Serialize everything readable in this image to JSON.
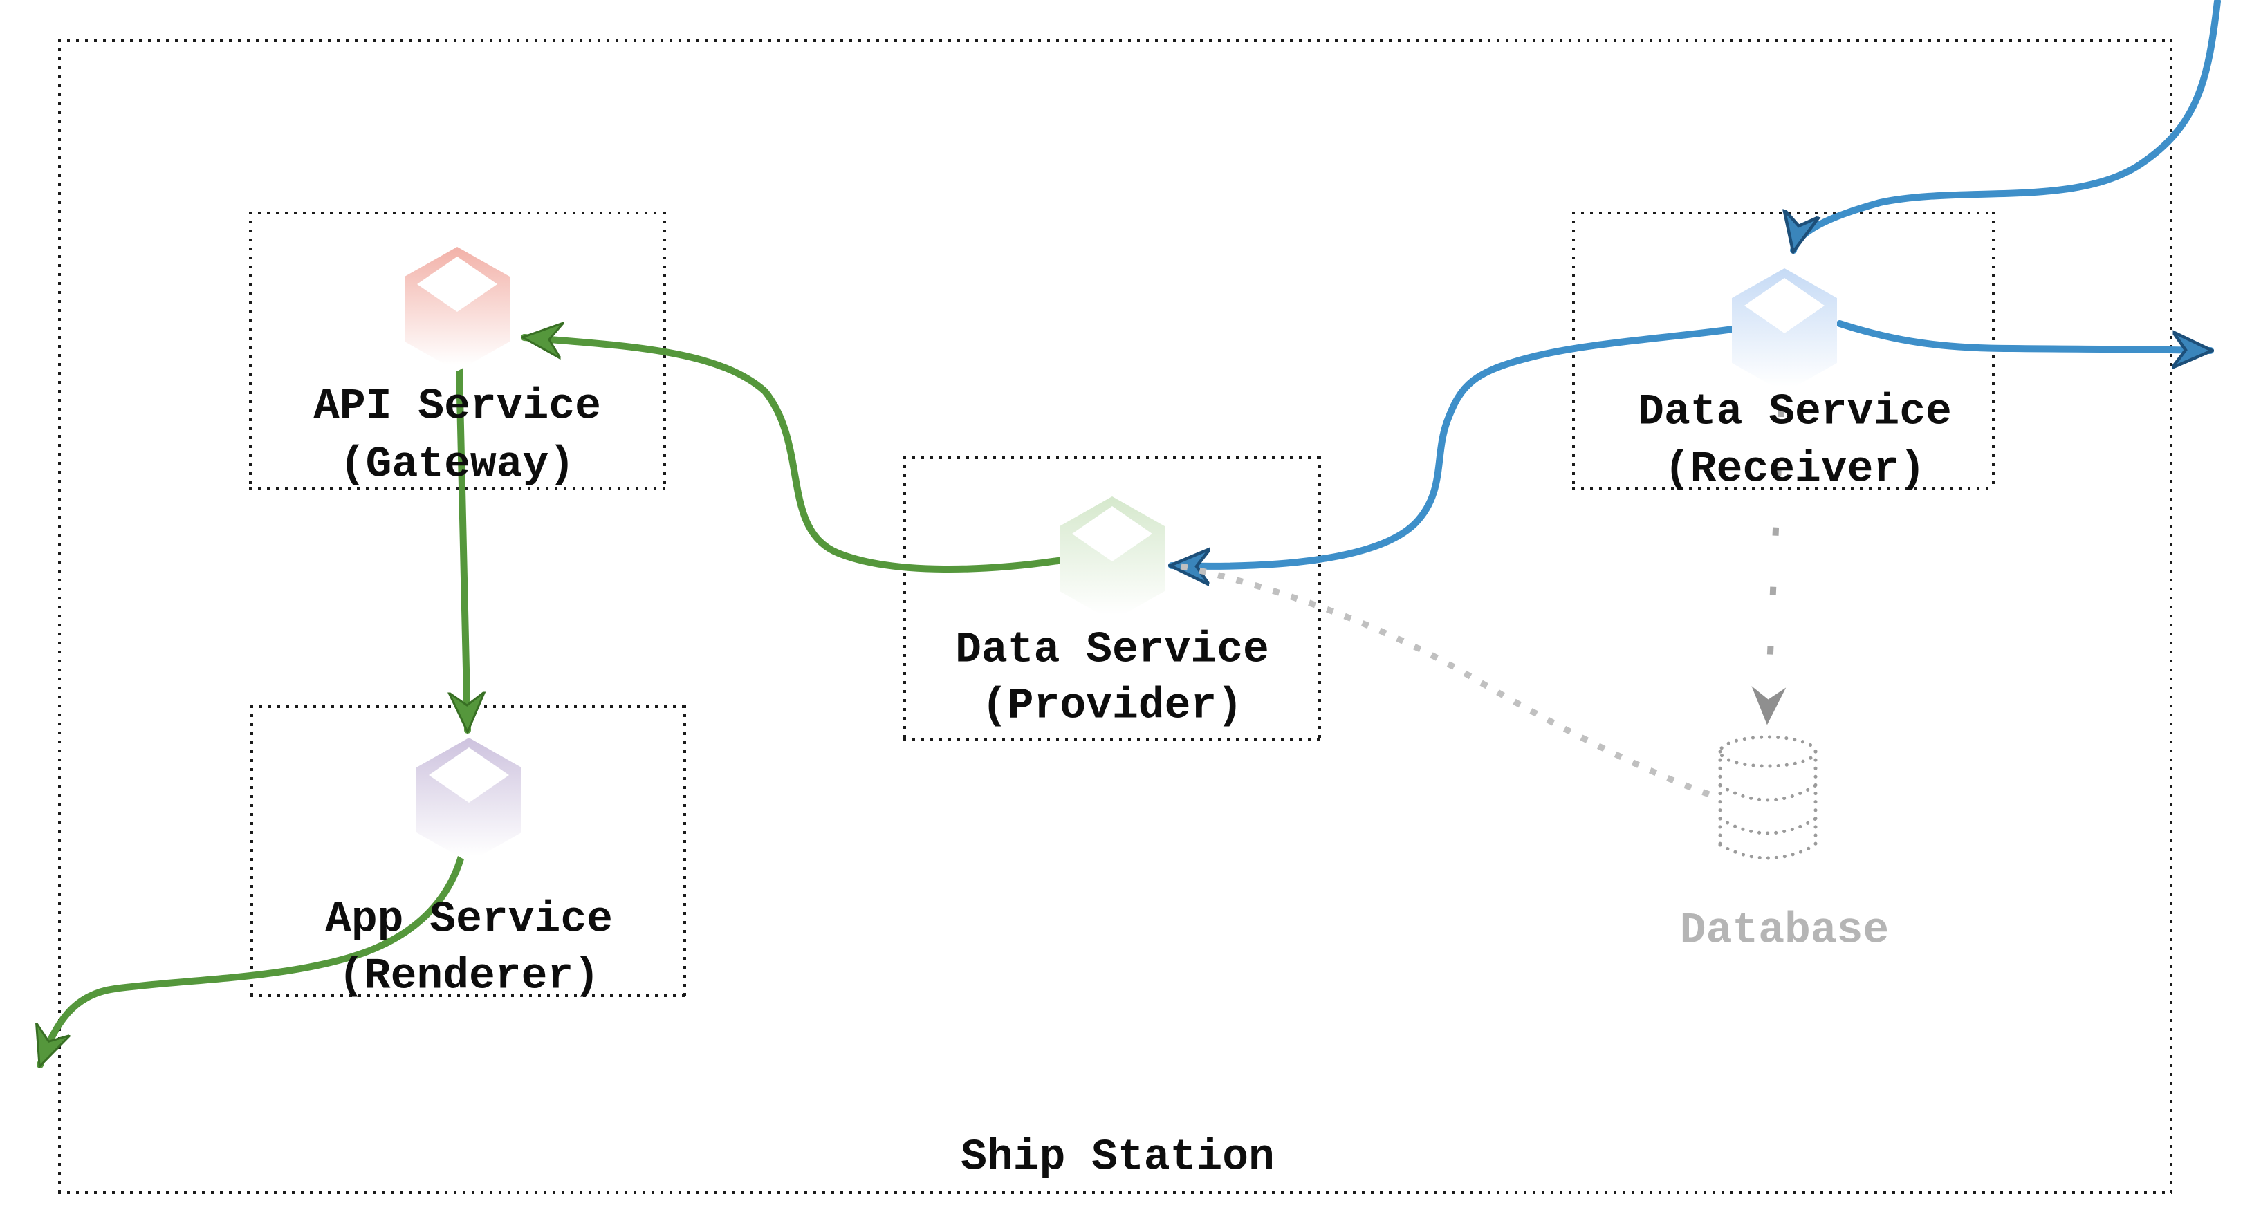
{
  "diagram": {
    "container": {
      "label": "Ship Station"
    },
    "nodes": {
      "api_gateway": {
        "line1": "API Service",
        "line2": "(Gateway)",
        "icon": "box-icon",
        "accent": "#f2b1a8"
      },
      "app_renderer": {
        "line1": "App Service",
        "line2": "(Renderer)",
        "icon": "box-icon",
        "accent": "#cdc2de"
      },
      "data_provider": {
        "line1": "Data Service",
        "line2": "(Provider)",
        "icon": "box-icon",
        "accent": "#d5e8cc"
      },
      "data_receiver": {
        "line1": "Data Service",
        "line2": "(Receiver)",
        "icon": "box-icon",
        "accent": "#c5daf5"
      },
      "database": {
        "label": "Database",
        "icon": "database-cylinder-icon",
        "accent": "#9b9b9b"
      }
    },
    "edges": [
      {
        "from": "offscreen-top-right",
        "to": "data_receiver",
        "color": "#3e8fc9",
        "style": "solid"
      },
      {
        "from": "data_receiver",
        "to": "data_provider",
        "color": "#3e8fc9",
        "style": "solid"
      },
      {
        "from": "data_receiver",
        "to": "offscreen-right",
        "color": "#3e8fc9",
        "style": "solid"
      },
      {
        "from": "data_provider",
        "to": "api_gateway",
        "color": "#55973c",
        "style": "solid"
      },
      {
        "from": "api_gateway",
        "to": "app_renderer",
        "color": "#55973c",
        "style": "solid"
      },
      {
        "from": "app_renderer",
        "to": "offscreen-bottom-left",
        "color": "#55973c",
        "style": "solid"
      },
      {
        "from": "data_receiver",
        "to": "database",
        "color": "#a9a9a9",
        "style": "dashed"
      },
      {
        "from": "data_provider",
        "to": "database",
        "color": "#c0c0c0",
        "style": "dotted"
      }
    ],
    "colors": {
      "background": "#ffffff",
      "border_dots": "#1b1b1b",
      "text": "#0d0d0d",
      "muted_text": "#b5b5b5",
      "green": "#55973c",
      "blue": "#3e8fc9",
      "gray": "#a9a9a9"
    }
  }
}
